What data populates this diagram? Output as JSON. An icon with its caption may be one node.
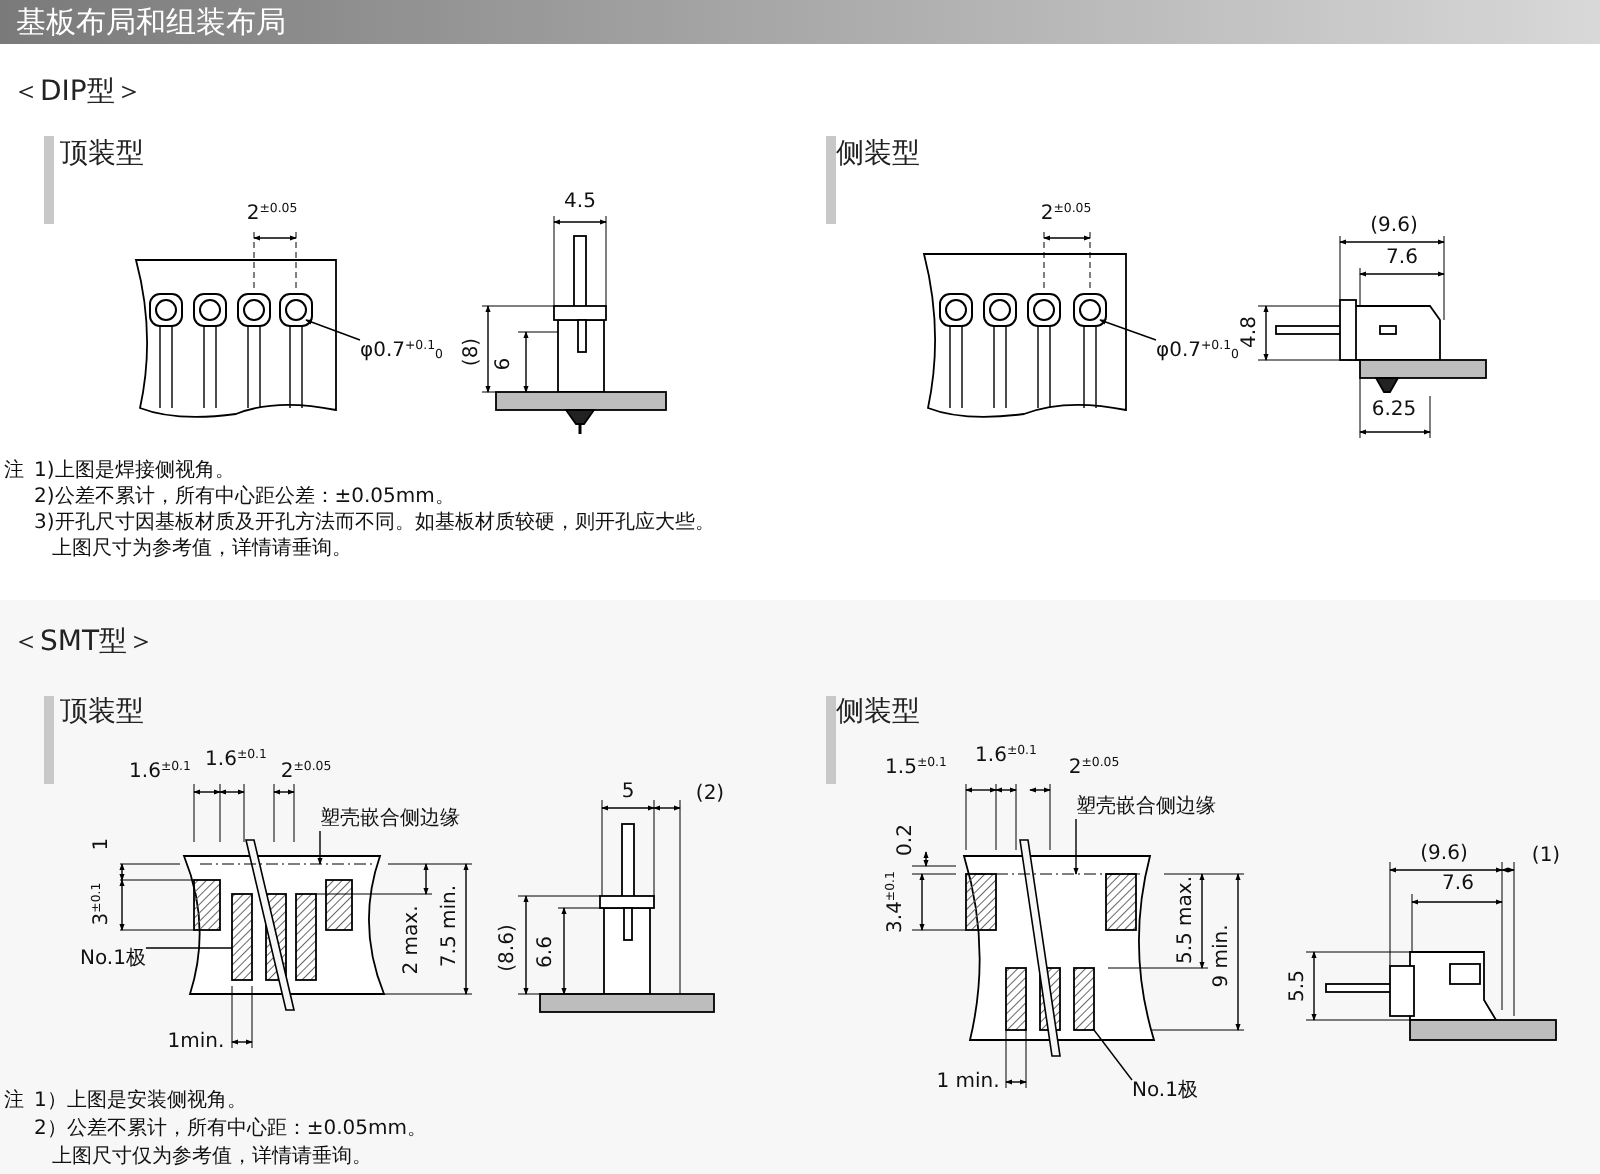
{
  "diagram": {
    "title": "基板布局和组装布局",
    "nodes": [
      {
        "text": [
          "φ0.7$^{+0.1}$$_{0}$"
        ]
      },
      {
        "text": [
          "φ0.7$^{+0.1}$$_{0}$"
        ]
      },
      {
        "text": [
          "塑壳嵌合侧边缘"
        ]
      },
      {
        "text": [
          "No.1极"
        ]
      },
      {
        "text": [
          "塑壳嵌合侧边缘"
        ]
      },
      {
        "text": [
          "No.1极"
        ]
      },
      {
        "text": [],
        "shape": "circle"
      },
      {
        "text": [],
        "shape": "circle"
      },
      {
        "text": [],
        "shape": "line"
      },
      {
        "text": [],
        "shape": "box"
      },
      {
        "text": [],
        "shape": "line"
      },
      {
        "text": [],
        "shape": "box"
      }
    ],
    "edges": [
      {
        "from": 0,
        "to": 6,
        "arrow": "to"
      },
      {
        "from": 1,
        "to": 7,
        "arrow": "to"
      },
      {
        "from": 2,
        "to": 8,
        "arrow": "to"
      },
      {
        "from": 3,
        "to": 9,
        "arrow": "none"
      },
      {
        "from": 4,
        "to": 10,
        "arrow": "to"
      },
      {
        "from": 5,
        "to": 11,
        "arrow": "none"
      }
    ],
    "labels": [
      "＜DIP型＞",
      "顶装型",
      "2$^{±0.05}$",
      "4.5",
      "(8)",
      "6",
      "侧装型",
      "2$^{±0.05}$",
      "(9.6)",
      "7.6",
      "4.8",
      "6.25",
      "注",
      "1)上图是焊接侧视角。",
      "2)公差不累计，所有中心距公差：±0.05mm。",
      "3)开孔尺寸因基板材质及开孔方法而不同。如基板材质较硬，则开孔应大些。",
      "上图尺寸为参考值，详情请垂询。",
      "＜SMT型＞",
      "顶装型",
      "1.6$^{±0.1}$",
      "1.6$^{±0.1}$",
      "2$^{±0.05}$",
      "1",
      "3$^{±0.1}$",
      "2 max.",
      "7.5 min.",
      "1min.",
      "5",
      "(2)",
      "(8.6)",
      "6.6",
      "侧装型",
      "1.5$^{±0.1}$",
      "1.6$^{±0.1}$",
      "2$^{±0.05}$",
      "0.2",
      "3.4$^{±0.1}$",
      "5.5 max.",
      "9 min.",
      "1 min.",
      "(9.6)",
      "7.6",
      "(1)",
      "5.5",
      "注",
      "1）上图是安装侧视角。",
      "2）公差不累计，所有中心距：±0.05mm。",
      "上图尺寸仅为参考值，详情请垂询。"
    ]
  }
}
